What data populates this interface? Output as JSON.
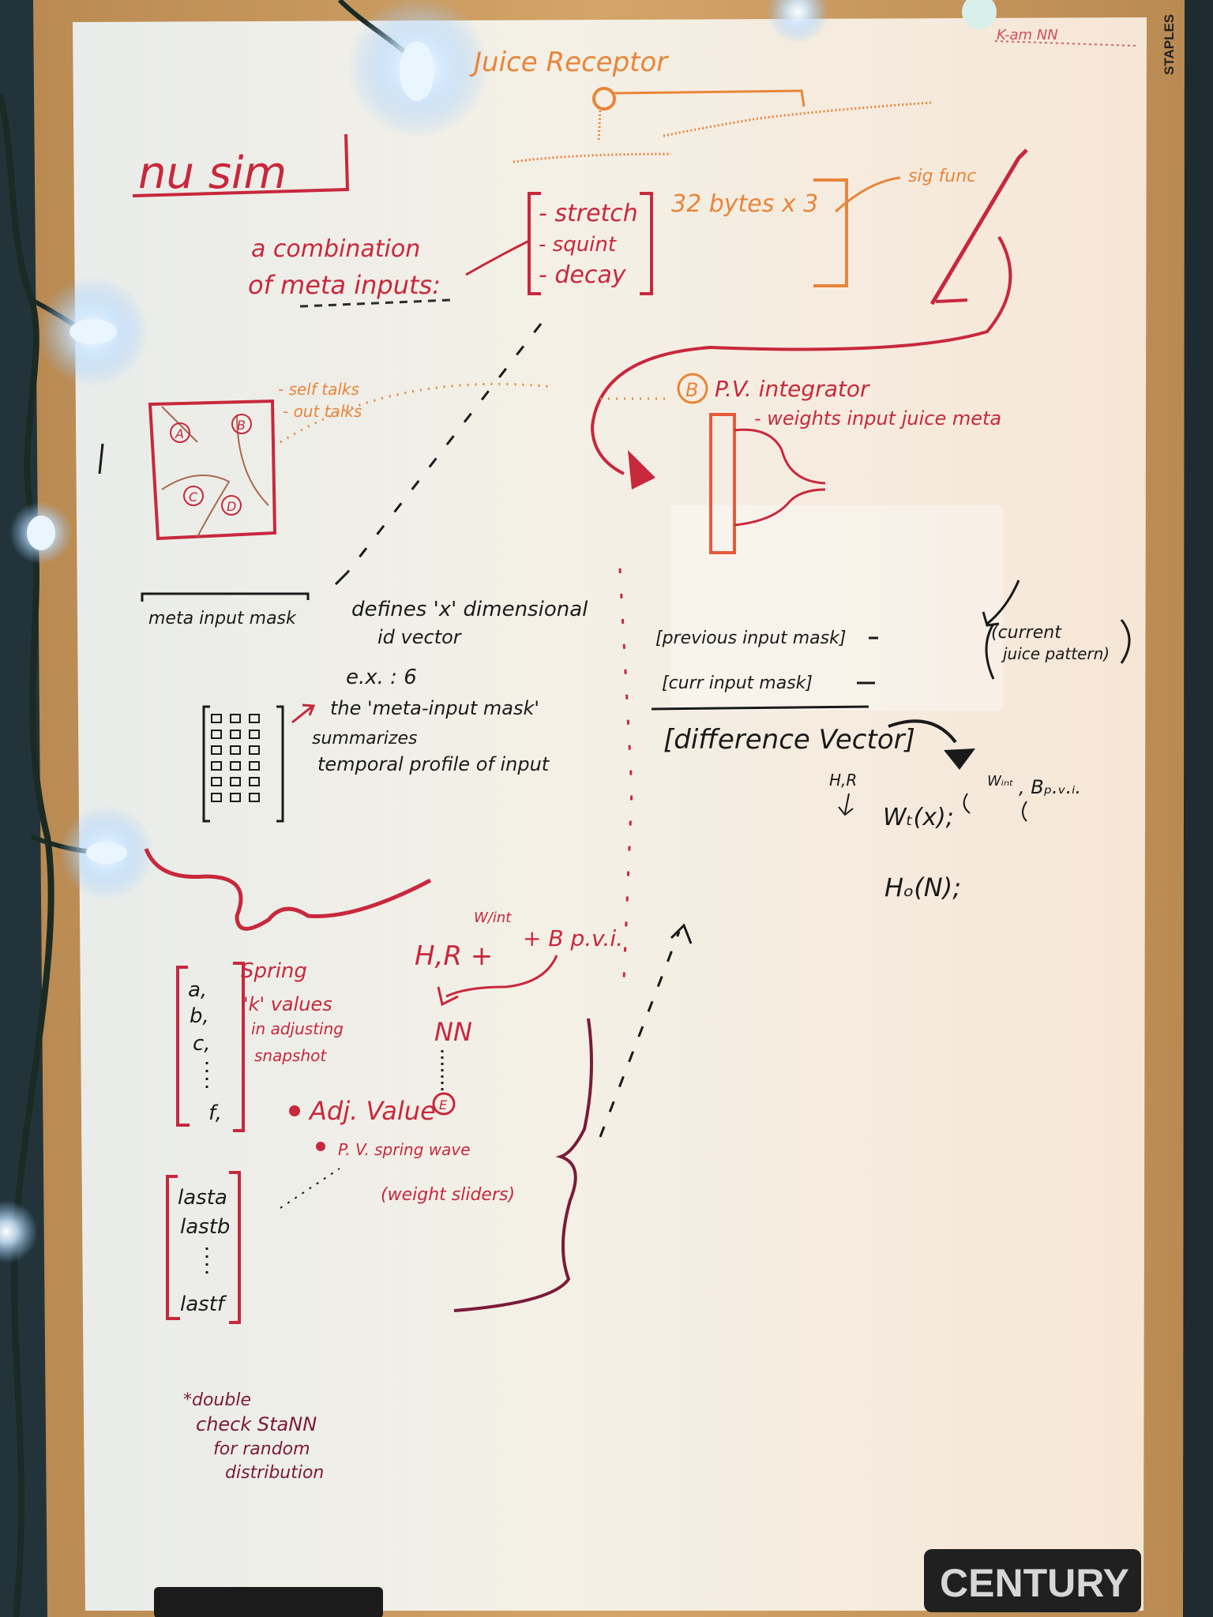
{
  "scene": {
    "board_brand": "STAPLES",
    "tray_brand": "CENTURY",
    "colors": {
      "red": "#c8283c",
      "orange": "#e8853a",
      "black": "#1a1a1a",
      "maroon": "#7a1a3a",
      "board": "#f3efe4",
      "frame": "#c99a5c"
    }
  },
  "notes": {
    "title": "nu sim",
    "juice_receptor": "Juice Receptor",
    "stretch": "- stretch",
    "squint": "- squint",
    "decay": "- decay",
    "bytes": "32 bytes x 3",
    "sig_func": "sig func",
    "combination_1": "a combination",
    "combination_2": "of meta inputs:",
    "self_talks": "- self talks",
    "out_talks": "- out talks",
    "node_a": "A",
    "node_b": "B",
    "node_c": "C",
    "node_d": "D",
    "pv_b": "B",
    "pv_integrator": "P.V. integrator",
    "weights": "- weights input juice meta",
    "meta_input_mask": "meta input mask",
    "defines_1": "defines 'x' dimensional",
    "defines_2": "id vector",
    "ex": "e.x. : 6",
    "the_meta": "the 'meta-input mask'",
    "summarizes": "summarizes",
    "temporal": "temporal profile of input",
    "previous_mask": "[previous input mask]",
    "curr_mask": "[curr input mask]",
    "difference_vector": "[difference Vector]",
    "current_juice_1": "(current",
    "current_juice_2": "juice pattern)",
    "hr_small": "H,R",
    "w_formula": "Wₜ(x);",
    "w_int": "Wᵢₙₜ",
    "b_pvi": ", Bₚ.ᵥ.ᵢ.",
    "h_formula": "Hₒ(N);",
    "hr_plus": "H,R +",
    "w_int_2": "W/int",
    "b_plus": "+ B p.v.i.",
    "nn": "NN",
    "node_e": "E",
    "list_a": "a,",
    "list_b": "b,",
    "list_c": "c,",
    "list_f": "f,",
    "spring": "Spring",
    "k_values": "'k' values",
    "adjusting": "in adjusting",
    "snapshot": "snapshot",
    "adj_value": "Adj. Value",
    "pv_spring_1": "P. V. spring wave",
    "pv_spring_2": "(weight sliders)",
    "last_a": "lasta",
    "last_b": "lastb",
    "last_f": "lastf",
    "double_1": "*double",
    "double_2": "check StaNN",
    "double_3": "for random",
    "double_4": "distribution",
    "top_right": "K-am NN"
  }
}
